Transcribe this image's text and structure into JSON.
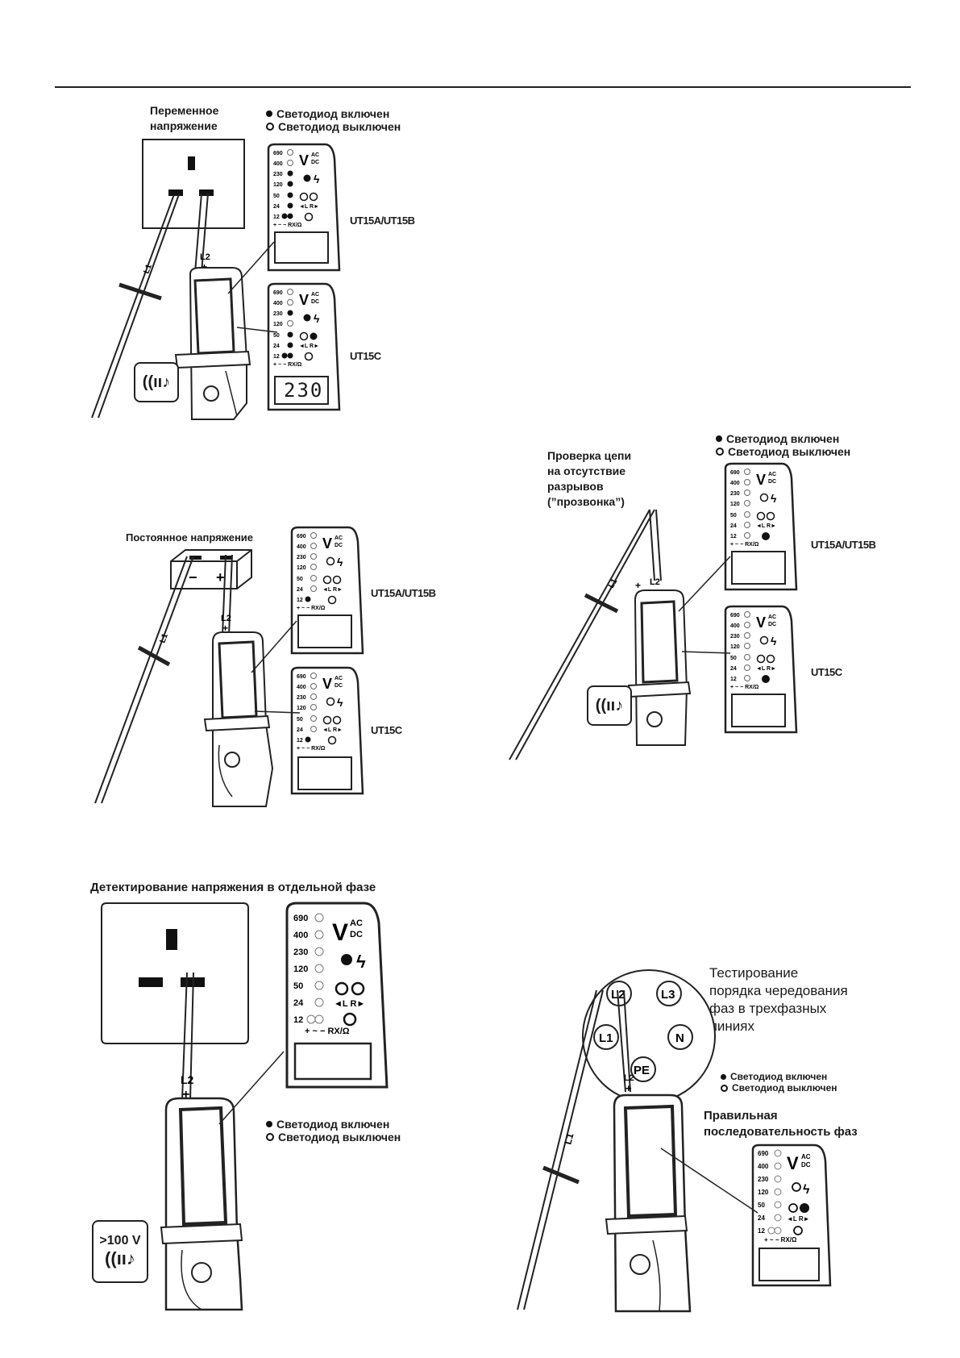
{
  "legend": {
    "led_on": "Светодиод включен",
    "led_off": "Светодиод выключен"
  },
  "panel": {
    "levels": [
      "690",
      "400",
      "230",
      "120",
      "50",
      "24",
      "12"
    ],
    "v_symbol": "V",
    "ac": "AC",
    "dc": "DC",
    "left_label": "◄L",
    "right_label": "R►",
    "polarity_label": "+ ~ −",
    "continuity_label": "RX/Ω",
    "display_value": "230"
  },
  "probe": {
    "l1_label": "L1",
    "l2_label": "L2",
    "plus": "+"
  },
  "models": {
    "ab": "UT15A/UT15B",
    "c": "UT15C"
  },
  "sections": {
    "ac": {
      "title_line1": "Переменное",
      "title_line2": "напряжение"
    },
    "dc": {
      "title": "Постоянное напряжение",
      "minus": "−",
      "plus": "+"
    },
    "continuity": {
      "line1": "Проверка цепи",
      "line2": "на отсутствие",
      "line3": "разрывов",
      "line4": "(”прозвонка”)"
    },
    "single_phase": {
      "title": "Детектирование напряжения в отдельной фазе",
      "badge": ">100 V"
    },
    "three_phase": {
      "line1": "Тестирование",
      "line2": "порядка чередования",
      "line3": "фаз в трехфазных",
      "line4": "линиях",
      "correct_line1": "Правильная",
      "correct_line2": "последовательность фаз",
      "terminals": [
        "L1",
        "L2",
        "L3",
        "N",
        "PE"
      ]
    }
  }
}
